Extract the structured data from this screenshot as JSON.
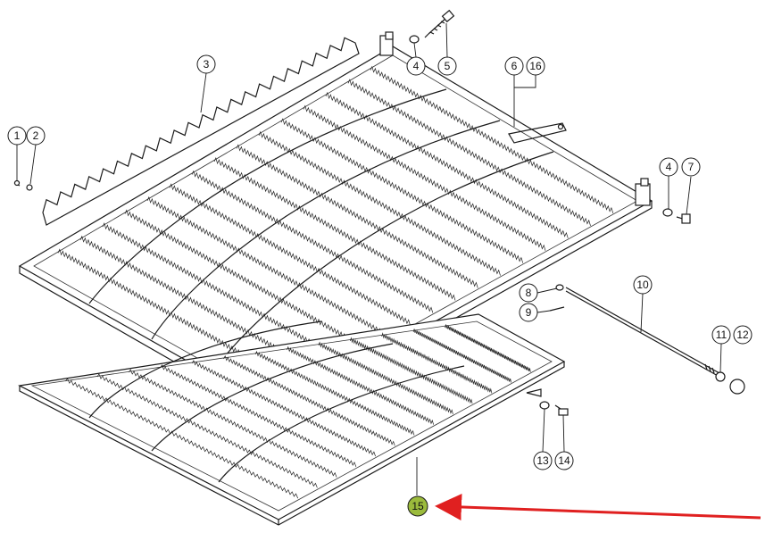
{
  "callouts": [
    {
      "id": "1",
      "label": "1"
    },
    {
      "id": "2",
      "label": "2"
    },
    {
      "id": "3",
      "label": "3"
    },
    {
      "id": "4a",
      "label": "4"
    },
    {
      "id": "5",
      "label": "5"
    },
    {
      "id": "6",
      "label": "6"
    },
    {
      "id": "16",
      "label": "16"
    },
    {
      "id": "4b",
      "label": "4"
    },
    {
      "id": "7",
      "label": "7"
    },
    {
      "id": "8",
      "label": "8"
    },
    {
      "id": "9",
      "label": "9"
    },
    {
      "id": "10",
      "label": "10"
    },
    {
      "id": "11",
      "label": "11"
    },
    {
      "id": "12",
      "label": "12"
    },
    {
      "id": "13",
      "label": "13"
    },
    {
      "id": "14",
      "label": "14"
    },
    {
      "id": "15",
      "label": "15"
    }
  ],
  "colors": {
    "highlight": "#9bbb3c",
    "arrow": "#e02020",
    "line": "#1a1a1a"
  }
}
